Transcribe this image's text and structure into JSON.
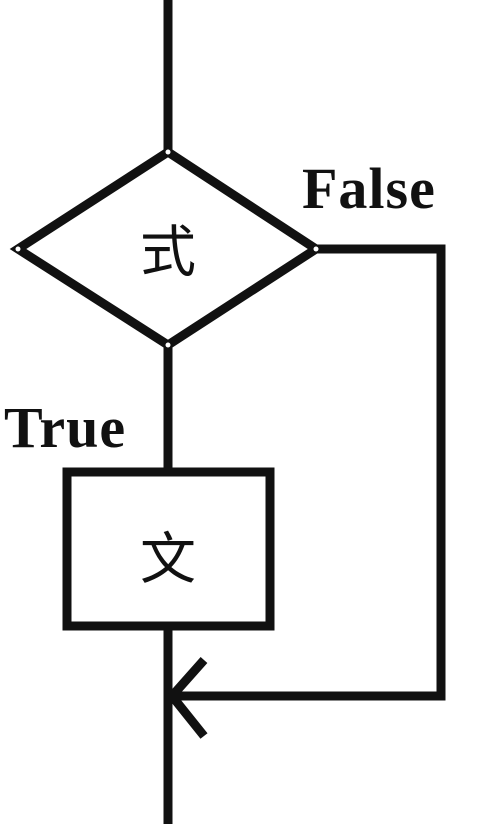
{
  "diagram": {
    "condition_node": {
      "text": "式"
    },
    "statement_node": {
      "text": "文"
    },
    "labels": {
      "false_branch": "False",
      "true_branch": "True"
    },
    "colors": {
      "stroke": "#111111",
      "text": "#111111",
      "background": "#ffffff"
    }
  }
}
